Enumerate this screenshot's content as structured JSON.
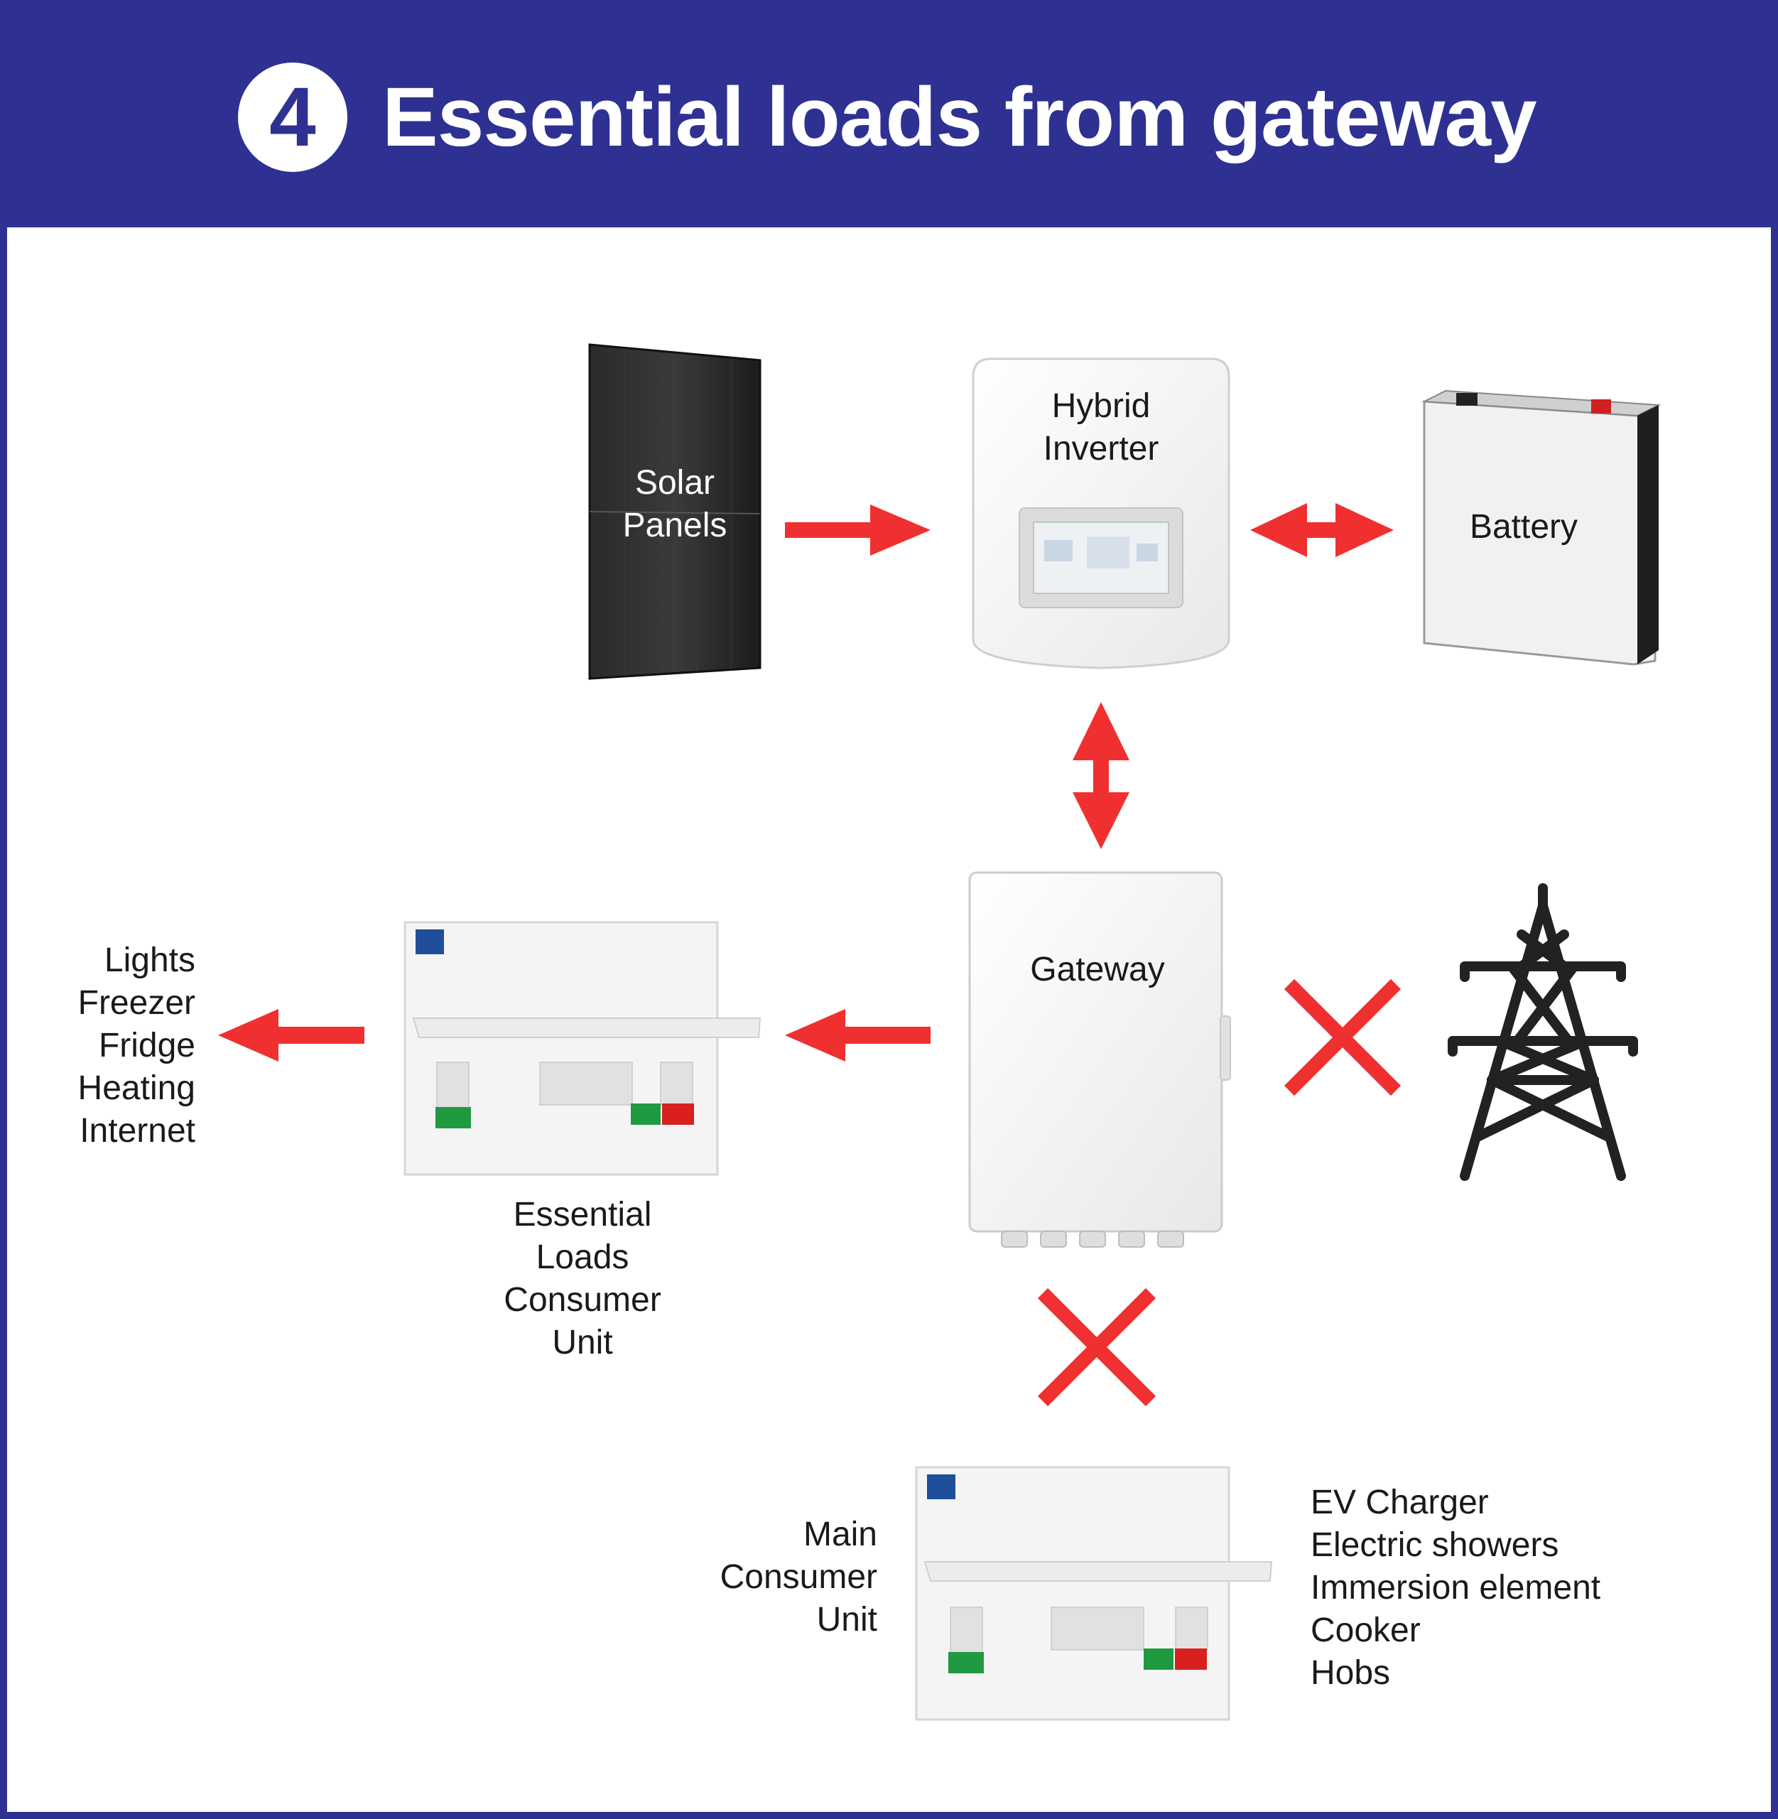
{
  "header": {
    "step_number": "4",
    "title": "Essential loads from gateway"
  },
  "colors": {
    "header_bg": "#2e3192",
    "arrow": "#f03030",
    "cross": "#f03030"
  },
  "components": {
    "solar": {
      "line1": "Solar",
      "line2": "Panels"
    },
    "inverter": {
      "line1": "Hybrid",
      "line2": "Inverter"
    },
    "battery": {
      "label": "Battery"
    },
    "gateway": {
      "label": "Gateway"
    },
    "grid": {
      "icon": "pylon-icon"
    },
    "essential_cu": {
      "line1": "Essential",
      "line2": "Loads",
      "line3": "Consumer",
      "line4": "Unit"
    },
    "main_cu": {
      "line1": "Main",
      "line2": "Consumer",
      "line3": "Unit"
    }
  },
  "essential_loads": [
    "Lights",
    "Freezer",
    "Fridge",
    "Heating",
    "Internet"
  ],
  "main_loads": [
    "EV Charger",
    "Electric showers",
    "Immersion element",
    "Cooker",
    "Hobs"
  ]
}
